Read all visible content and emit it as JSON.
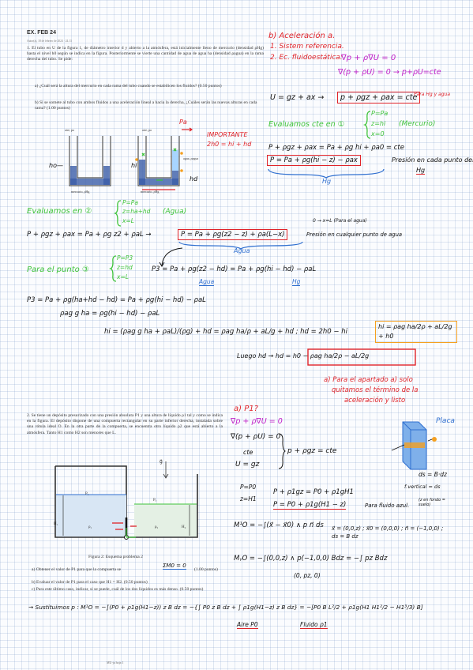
{
  "header": {
    "title": "EX. FEB 24",
    "subtitle": "Autor(a), 18 de febrero de 2024 · 24.13"
  },
  "problem1": {
    "statement": "1. El tubo en U de la figura 1, de diámetro interior d y abierto a la atmósfera, está inicialmente lleno de mercurio (densidad ρHg) hasta el nivel h0 según se indica en la figura. Posteriormente se vierte una cantidad de agua de agua ha (densidad ρagua) en la rama derecha del tubo. Se pide:",
    "qa": "a) ¿Cuál será la altura del mercurio en cada rama del tubo cuando se estabilicen los fluidos? (0.50 puntos)",
    "qb": "b) Si se somete al tubo con ambos fluidos a una aceleración lineal a hacia la derecha, ¿Cuáles serán las nuevas alturas en cada rama? (1.00 puntos)",
    "fig_label_left": "aire, pa",
    "fig_label_right": "aire, pa",
    "fig_caption_left": "mercurio, ρHg",
    "fig_caption_right": "mercurio, ρHg",
    "fig_water": "agua, ρagua"
  },
  "problem2": {
    "statement": "2. Se tiene un depósito presurizado con una presión absoluta P1 y una altura de líquido ρ1 tal y como se indica en la figura. El depósito dispone de una compuerta rectangular en su parte inferior derecha, instalada sobre una rótula ideal O. En la otra parte de la compuerta, se encuentra otro líquido ρ2 que está abierto a la atmósfera. Tanto H1 como H2 son menores que L.",
    "caption": "Figura 2: Esquema problema 2",
    "qa": "a) Obtener el valor de P1 para que la compuerta se",
    "qa_hw": "ΣM0 = 0",
    "qa_pts": "(1.00 puntos)",
    "qb": "b) Evaluar el valor de P1 para el caso que H1 = H2. (0.50 puntos)",
    "qc": "c) Para este último caso, indicar, si se puede, cuál de los dos líquidos es más denso. (0.50 puntos)"
  },
  "footer": {
    "page": "MU-ja hoja 1"
  },
  "notes": {
    "b_title": "b) Aceleración a.",
    "b1": "1. Sistem referencia.",
    "b2": "2. Ec. fluidoestática:",
    "b2_eq": "∇p + ρ∇U = 0",
    "b3": "∇(p + ρU) = 0 → p+ρU=cte",
    "u_def": "U = gz + ax →",
    "box1": "p + ρgz + ρax = cte",
    "box1_note": "Para Hg y agua",
    "eval_hg": "Evaluamos cte en ①",
    "eval_hg_sys": [
      "P=Pa",
      "z=hi",
      "x=0"
    ],
    "eval_hg_tag": "(Mercurio)",
    "cte_eq": "P + ρgz + ρax = Pa + ρg hi + ρa0 = cte",
    "box2": "P = Pa + ρg(hi − z) − ρax",
    "box2_note": "Presión en cada punto del",
    "box2_note2": "Hg",
    "eval_ag": "Evaluamos en ②",
    "eval_ag_sys": [
      "P=Pa",
      "z=ha+hd",
      "x=L"
    ],
    "eval_ag_tag": "(Agua)",
    "zero_note": "0 → x=L (Para el agua)",
    "ag_eq_left": "P + ρgz + ρax = Pa + ρg z2 + ρaL →",
    "ag_box": "P = Pa + ρg(z2 − z) + ρa(L−x)",
    "ag_note": "Presión en cualquier punto de agua",
    "agua_label": "Agua",
    "p3_title": "Para el punto ③",
    "p3_sys": [
      "P=P3",
      "z=hd",
      "x=L"
    ],
    "p3_eq": "P3 = Pa + ρg(z2 − hd) = Pa + ρg(hi − hd) − ρaL",
    "agua_u": "Agua",
    "hg_u": "Hg",
    "l1": "P3 = Pa + ρg(ha+hd − hd) = Pa + ρg(hi − hd) − ρaL",
    "l2": "ρag g ha = ρg(hi − hd) − ρaL",
    "l3": "hi = (ρag g ha + ρaL)/(ρg) + hd = ρag ha/ρ + aL/g + hd ; hd = 2h0 − hi",
    "box_hi": "hi = ρag ha/2ρ + aL/2g + h0",
    "l4": "Luego hd → hd = h0 − ρag ha/2ρ − aL/2g",
    "red_note1": "a) Para el apartado a) solo",
    "red_note2": "quitamos el término de la",
    "red_note3": "aceleración y listo",
    "importante": "IMPORTANTE",
    "importante_eq": "2h0 = hi + hd",
    "p2_a": "a) P1?",
    "p2_eq1": "∇p + ρ∇U = 0",
    "p2_eq2": "∇(p + ρU) = 0",
    "p2_cte": "cte",
    "p2_u": "U = gz",
    "p2_res": "p + ρgz = cte",
    "p2_sys": [
      "P=P0",
      "z=H1"
    ],
    "p2_e1": "P + ρ1gz = P0 + ρ1gH1",
    "p2_e2": "P = P0 + ρ1g(H1 − z)",
    "p2_e2_note": "Para fluido azul.",
    "p2_e2_note2": "(z en fondo = suelo)",
    "placa": "Placa",
    "ds": "ds = B·dz",
    "vert": "f.vertical = ds",
    "m1": "M¹O = −∫(x⃗ − x⃗0) ∧ p n⃗ ds",
    "m1_def": "x⃗ = (0,0,z) ; x⃗0 = (0,0,0) ; n⃗ = (−1,0,0) ; ds = B dz",
    "m2": "MᵧO = −∫(0,0,z) ∧ p(−1,0,0) Bdz = −∫ pz Bdz",
    "m2_mid": "(0, pz, 0)",
    "sust": "→ Sustituimos p : M¹O = −∫(P0 + ρ1g(H1−z)) z B dz = −{∫ P0 z B dz + ∫ ρ1g(H1−z) z B dz} = −[P0 B L²/2 + ρ1g(H1 H1²/2 − H1³/3) B]",
    "aire": "Aire P0",
    "fluido": "Fluido ρ1"
  },
  "colors": {
    "red": "#e0242a",
    "green": "#3fc33b",
    "blue": "#2f6fd0",
    "orange": "#f5a020"
  }
}
